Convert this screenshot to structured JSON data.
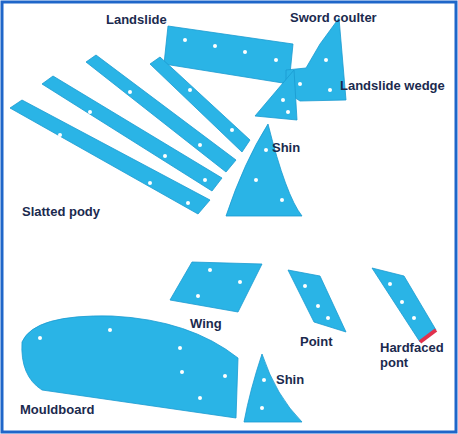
{
  "diagram": {
    "labels": [
      "Landslide",
      "Sword coulter",
      "Landslide wedge",
      "Shin",
      "Slatted pody",
      "Wing",
      "Point",
      "Hardfaced pont",
      "Shin",
      "Mouldboard"
    ]
  }
}
